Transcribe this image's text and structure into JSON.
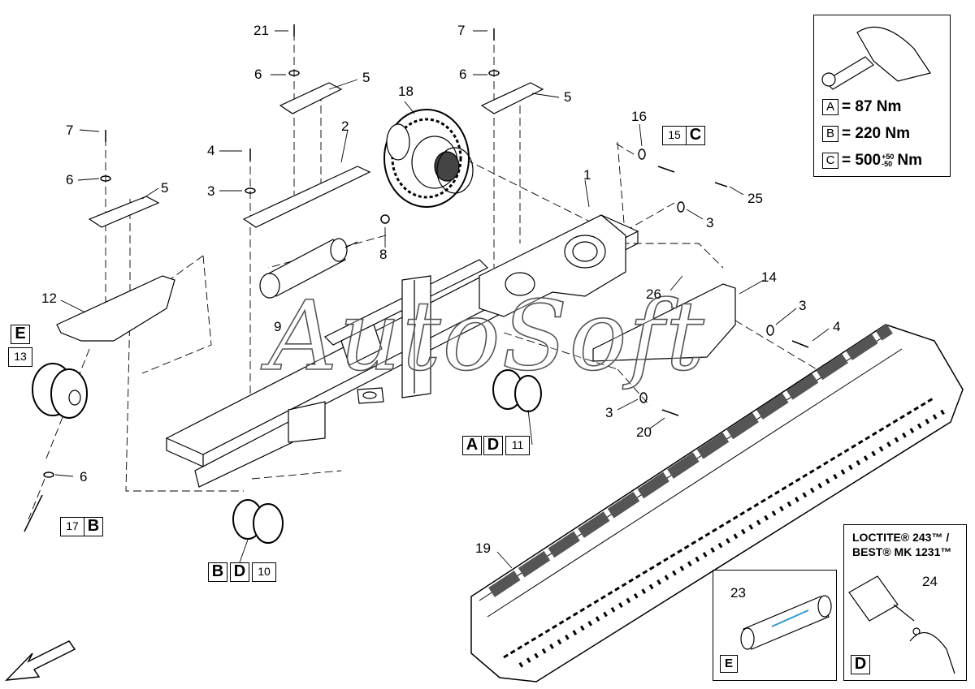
{
  "part_numbers": [
    "21",
    "7",
    "6",
    "6",
    "5",
    "5",
    "18",
    "2",
    "7",
    "4",
    "6",
    "3",
    "5",
    "1",
    "16",
    "25",
    "3",
    "8",
    "12",
    "9",
    "14",
    "26",
    "3",
    "4",
    "3",
    "20",
    "6",
    "19",
    "23",
    "24"
  ],
  "callout_boxes": {
    "box_15": {
      "num": "15",
      "letter": "C"
    },
    "box_E13": {
      "letter": "E",
      "num": "13"
    },
    "box_17": {
      "num": "17",
      "letter": "B"
    },
    "box_AD11": {
      "letter1": "A",
      "letter2": "D",
      "num": "11"
    },
    "box_BD10": {
      "letter1": "B",
      "letter2": "D",
      "num": "10"
    }
  },
  "torque_table": {
    "rows": [
      {
        "letter": "A",
        "value": "= 87 Nm"
      },
      {
        "letter": "B",
        "value": "= 220 Nm"
      },
      {
        "letter": "C",
        "value": "= 500",
        "sup": "+50",
        "sub": "-50",
        "unit": " Nm"
      }
    ]
  },
  "grease_panel": {
    "part": "23",
    "letter": "E"
  },
  "loctite_panel": {
    "line1": "LOCTITE® 243™ /",
    "line2": "BEST® MK 1231™",
    "part": "24",
    "letter": "D"
  },
  "watermark": "AutoSoft"
}
